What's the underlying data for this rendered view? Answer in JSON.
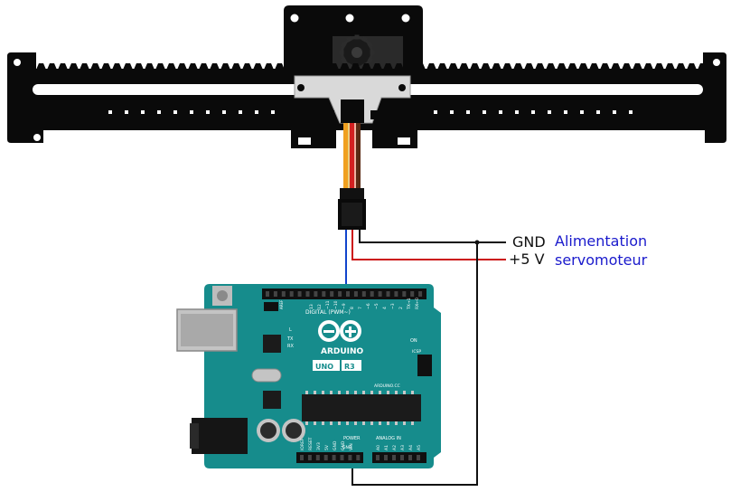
{
  "labels": {
    "gnd": "GND",
    "plus5v": "+5 V",
    "power_line1": "Alimentation",
    "power_line2": "servomoteur"
  },
  "board_text": {
    "digital": "DIGITAL (PWM~)",
    "brand": "ARDUINO",
    "model": "UNO",
    "revision": "R3",
    "site": "ARDUINO.CC",
    "power": "POWER",
    "analog": "ANALOG IN",
    "on": "ON",
    "l": "L",
    "tx": "TX",
    "rx": "RX",
    "icsp": "ICSP",
    "gnd_pin": "GND",
    "aref": "AREF",
    "digital_pins": [
      "13",
      "12",
      "~11",
      "~10",
      "~9",
      "8",
      "7",
      "~6",
      "~5",
      "4",
      "~3",
      "2",
      "TX→1",
      "RX←0"
    ],
    "analog_pins": [
      "A0",
      "A1",
      "A2",
      "A3",
      "A4",
      "A5"
    ],
    "power_pins": [
      "IOREF",
      "RESET",
      "3V3",
      "5V",
      "GND",
      "GND",
      "VIN"
    ]
  },
  "colors": {
    "rack": "#0a0a0a",
    "board": "#168c8c",
    "board_dark": "#0e6b6b",
    "wire_gnd": "#111111",
    "wire_5v": "#cc1111",
    "wire_signal": "#1144cc",
    "servo_brown": "#5a2a14",
    "servo_red": "#d42020",
    "servo_orange": "#f0a020",
    "label_blue": "#1a1acc",
    "metal": "#d8d8d8"
  }
}
